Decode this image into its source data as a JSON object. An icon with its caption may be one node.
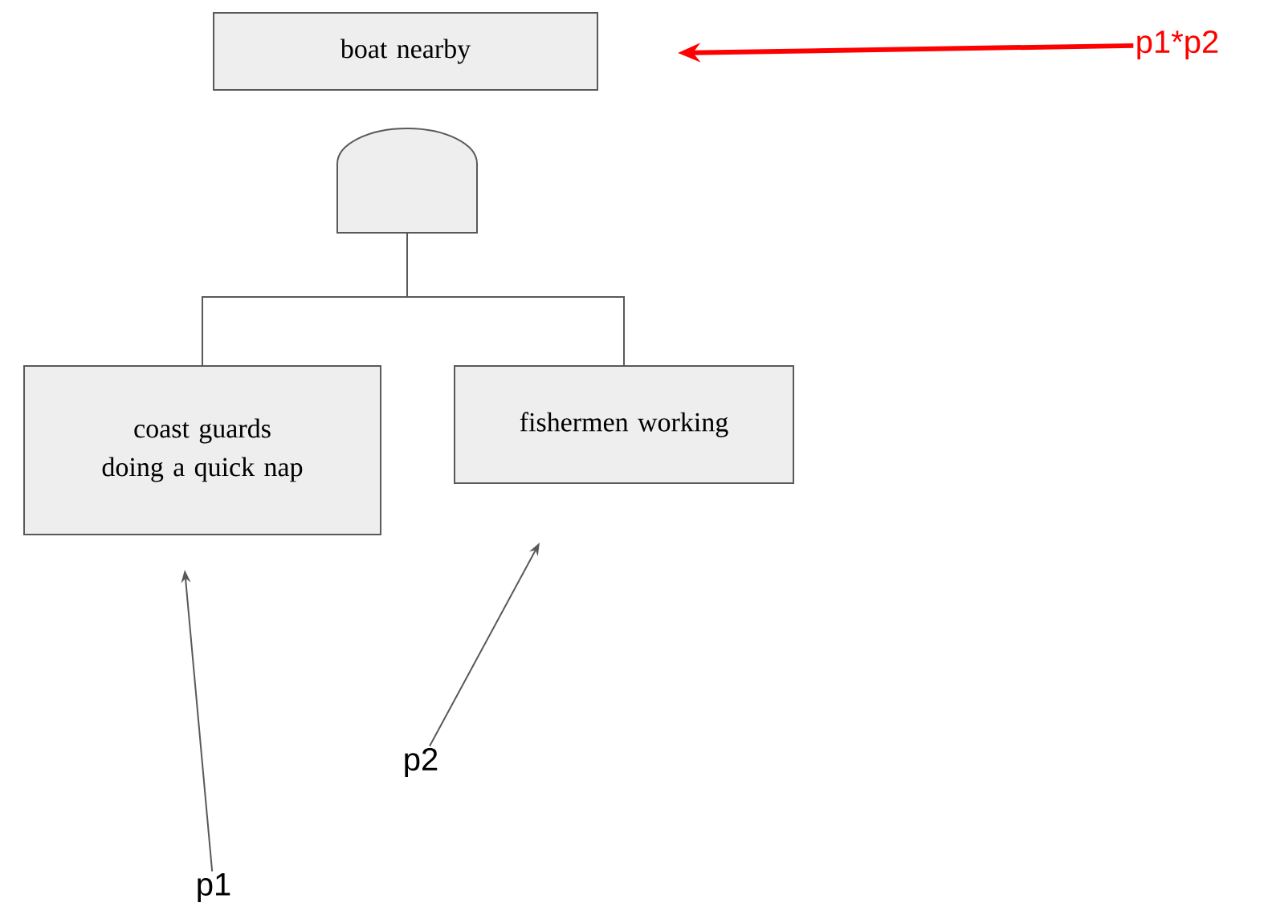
{
  "diagram": {
    "nodes": [
      {
        "text": [
          "boat nearby"
        ]
      },
      {
        "text": [],
        "shape": "gate"
      },
      {
        "text": [
          "coast guards doing a quick nap"
        ]
      },
      {
        "text": [
          "fishermen working"
        ]
      },
      {
        "text": [
          "p1"
        ]
      },
      {
        "text": [
          "p2"
        ]
      },
      {
        "text": [
          "p1*p2"
        ]
      }
    ],
    "edges": [
      {
        "from": 2,
        "to": 1,
        "arrow": "none"
      },
      {
        "from": 3,
        "to": 1,
        "arrow": "none"
      },
      {
        "from": 4,
        "to": 2,
        "arrow": "to"
      },
      {
        "from": 5,
        "to": 3,
        "arrow": "to"
      },
      {
        "from": 6,
        "to": 0,
        "arrow": "to",
        "style": "thick",
        "color": "#ff0000"
      }
    ]
  }
}
